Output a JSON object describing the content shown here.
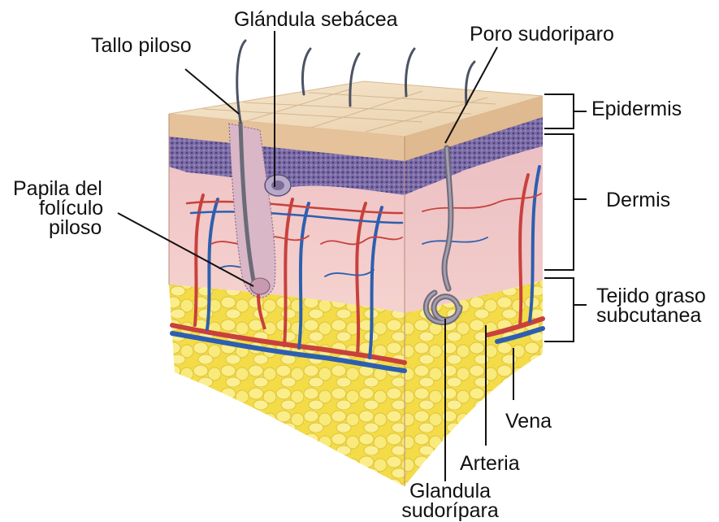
{
  "labels": {
    "tallo_piloso": "Tallo piloso",
    "glandula_sebacea": "Glándula sebácea",
    "poro_sudoriparo": "Poro sudoriparo",
    "epidermis": "Epidermis",
    "dermis": "Dermis",
    "papila": [
      "Papila del",
      "folículo",
      "piloso"
    ],
    "tejido_graso": [
      "Tejido graso",
      "subcutanea"
    ],
    "vena": "Vena",
    "arteria": "Arteria",
    "glandula_sudoripara": [
      "Glandula",
      "sudorípara"
    ]
  },
  "colors": {
    "epidermis_top": "#efd8b8",
    "epidermis_layer": "#8a79b0",
    "dermis": "#f1c6c4",
    "fat": "#f6e35a",
    "artery": "#c8413d",
    "vein": "#2d5fb0",
    "leader_line": "#111111"
  }
}
